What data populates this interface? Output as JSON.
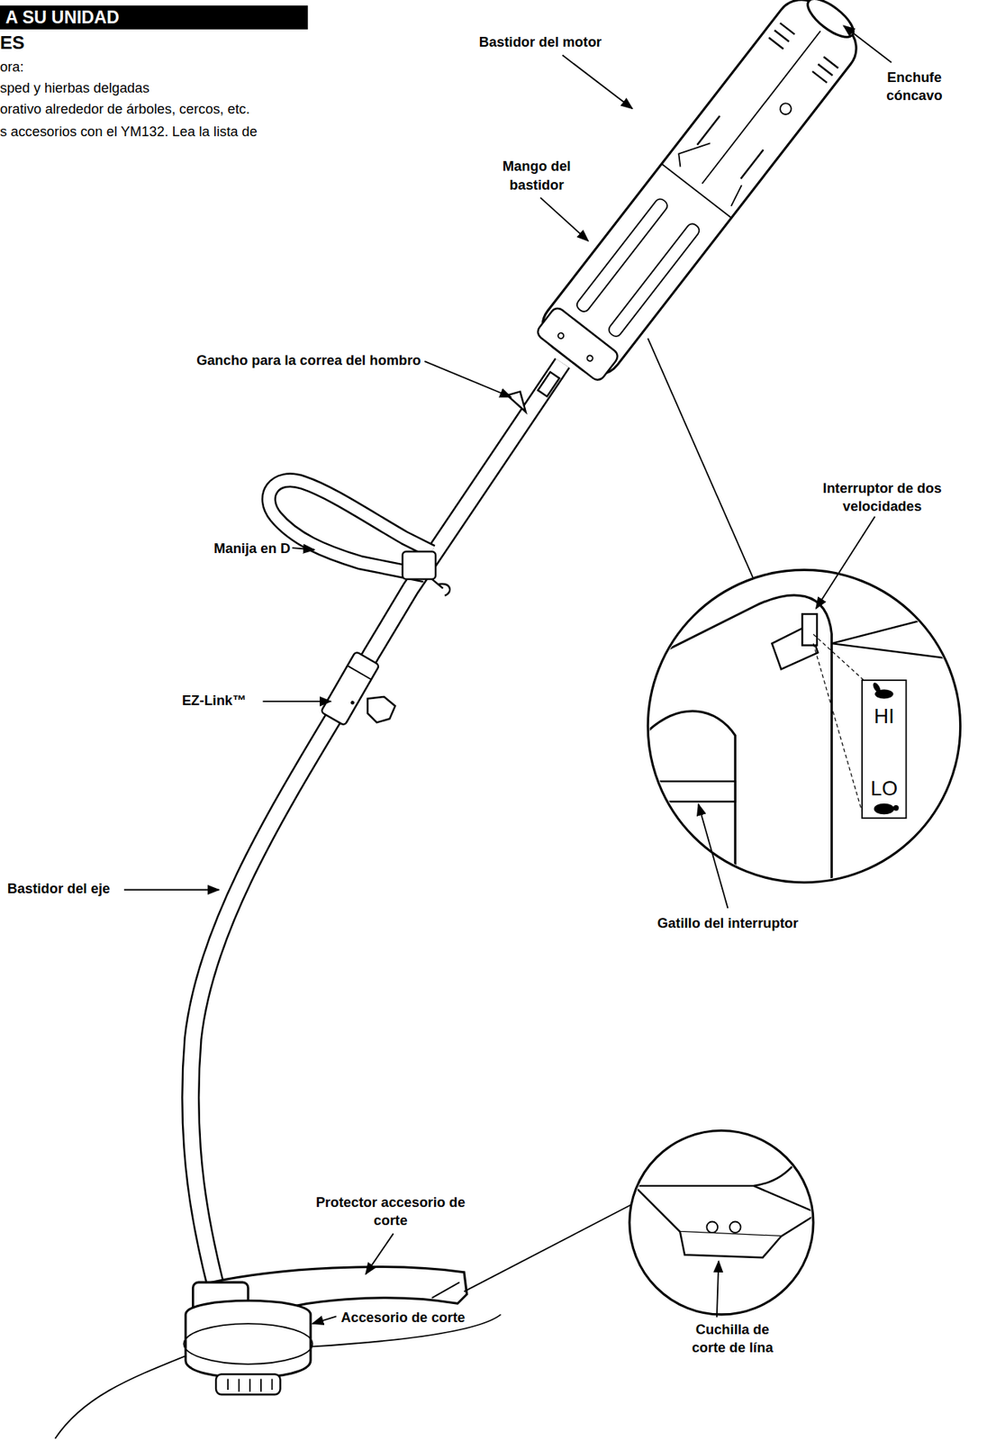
{
  "diagram": {
    "title": "A SU UNIDAD",
    "labels": [
      "ES",
      "ora:",
      "sped y hierbas delgadas",
      "orativo alrededor de árboles, cercos, etc.",
      "s accesorios con el YM132. Lea la lista de",
      "Bastidor del motor",
      "Enchufe cóncavo",
      "Mango del bastidor",
      "Gancho para la correa del hombro",
      "Manija en D",
      "Interruptor de dos velocidades",
      "HI",
      "LO",
      "EZ-Link™",
      "Bastidor del eje",
      "Gatillo del interruptor",
      "Protector accesorio de corte",
      "Cuchilla de corte de lína",
      "Accesorio de corte"
    ]
  }
}
